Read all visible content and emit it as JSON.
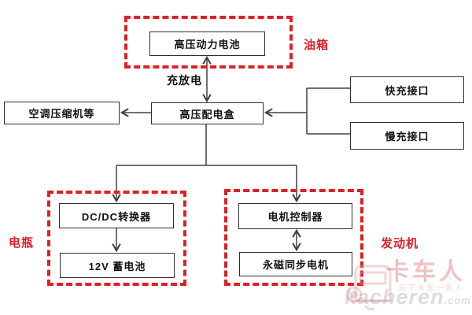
{
  "diagram": {
    "boxes": {
      "battery": "高压动力电池",
      "hv_distribution": "高压配电盒",
      "ac_compressor": "空调压缩机等",
      "fast_charge": "快充接口",
      "slow_charge": "慢充接口",
      "dcdc_converter": "DC/DC转换器",
      "battery_12v": "12V 蓄电池",
      "motor_controller": "电机控制器",
      "pmsm_motor": "永磁同步电机"
    },
    "group_labels": {
      "fuel_tank": "油箱",
      "battery_group": "电瓶",
      "engine": "发动机"
    },
    "edge_labels": {
      "charge_discharge": "充放电"
    },
    "colors": {
      "group_dashed_border": "#dd2024",
      "group_label_text": "#dd2024",
      "connector_line": "#404040",
      "node_border": "#2f2f2f",
      "node_text": "#111111",
      "watermark_pink": "#e07676",
      "watermark_gray": "#a5a5a5"
    },
    "icons": {
      "truck_logo": "truck-outline-icon"
    }
  },
  "watermark": {
    "brand": "卡车人",
    "slogan": "天下卡车一家人",
    "domain": "kacheren",
    "tld": ".com"
  }
}
